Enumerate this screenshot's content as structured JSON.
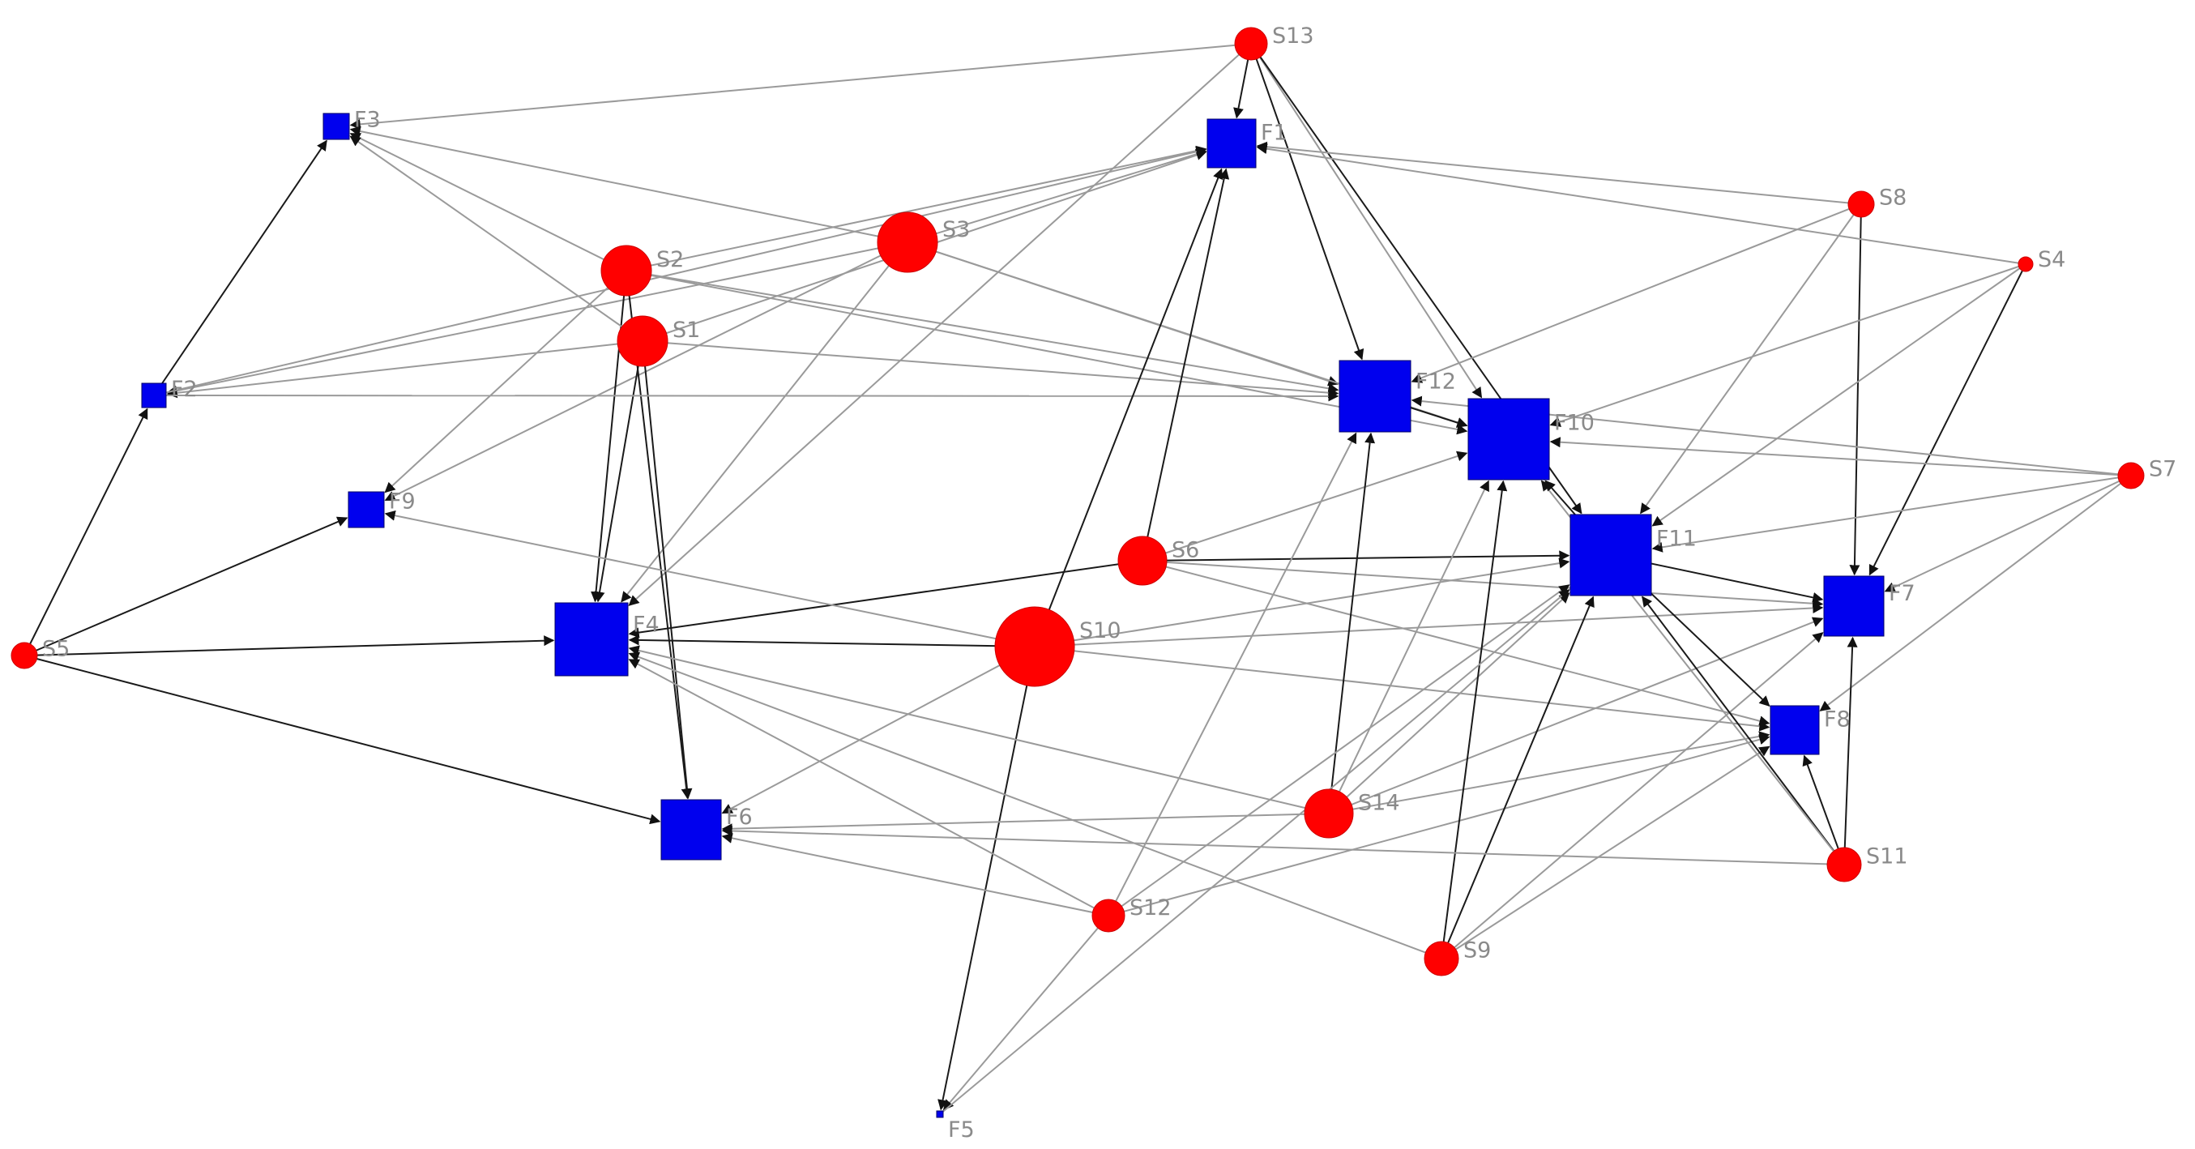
{
  "diagram": {
    "type": "directed-network",
    "colors": {
      "source_node": "#ff0000",
      "target_node": "#0000ee",
      "edge_gray": "#9a9a9a",
      "edge_dark": "#1a1a1a",
      "label": "#8a8a8a"
    },
    "nodes": [
      {
        "id": "S1",
        "label": "S1",
        "kind": "source"
      },
      {
        "id": "S2",
        "label": "S2",
        "kind": "source"
      },
      {
        "id": "S3",
        "label": "S3",
        "kind": "source"
      },
      {
        "id": "S4",
        "label": "S4",
        "kind": "source"
      },
      {
        "id": "S5",
        "label": "S5",
        "kind": "source"
      },
      {
        "id": "S6",
        "label": "S6",
        "kind": "source"
      },
      {
        "id": "S7",
        "label": "S7",
        "kind": "source"
      },
      {
        "id": "S8",
        "label": "S8",
        "kind": "source"
      },
      {
        "id": "S9",
        "label": "S9",
        "kind": "source"
      },
      {
        "id": "S10",
        "label": "S10",
        "kind": "source"
      },
      {
        "id": "S11",
        "label": "S11",
        "kind": "source"
      },
      {
        "id": "S12",
        "label": "S12",
        "kind": "source"
      },
      {
        "id": "S13",
        "label": "S13",
        "kind": "source"
      },
      {
        "id": "S14",
        "label": "S14",
        "kind": "source"
      },
      {
        "id": "F1",
        "label": "F1",
        "kind": "target"
      },
      {
        "id": "F2",
        "label": "F2",
        "kind": "target"
      },
      {
        "id": "F3",
        "label": "F3",
        "kind": "target"
      },
      {
        "id": "F4",
        "label": "F4",
        "kind": "target"
      },
      {
        "id": "F5",
        "label": "F5",
        "kind": "target"
      },
      {
        "id": "F6",
        "label": "F6",
        "kind": "target"
      },
      {
        "id": "F7",
        "label": "F7",
        "kind": "target"
      },
      {
        "id": "F8",
        "label": "F8",
        "kind": "target"
      },
      {
        "id": "F9",
        "label": "F9",
        "kind": "target"
      },
      {
        "id": "F10",
        "label": "F10",
        "kind": "target"
      },
      {
        "id": "F11",
        "label": "F11",
        "kind": "target"
      },
      {
        "id": "F12",
        "label": "F12",
        "kind": "target"
      }
    ],
    "edges": [
      {
        "from": "S13",
        "to": "F1"
      },
      {
        "from": "S13",
        "to": "F3"
      },
      {
        "from": "S13",
        "to": "F12"
      },
      {
        "from": "S13",
        "to": "F10"
      },
      {
        "from": "S13",
        "to": "F11"
      },
      {
        "from": "S13",
        "to": "F4"
      },
      {
        "from": "S3",
        "to": "F1"
      },
      {
        "from": "S3",
        "to": "F3"
      },
      {
        "from": "S3",
        "to": "F12"
      },
      {
        "from": "S3",
        "to": "F10"
      },
      {
        "from": "S3",
        "to": "F4"
      },
      {
        "from": "S3",
        "to": "F9"
      },
      {
        "from": "S3",
        "to": "F2"
      },
      {
        "from": "S2",
        "to": "F1"
      },
      {
        "from": "S2",
        "to": "F3"
      },
      {
        "from": "S2",
        "to": "F12"
      },
      {
        "from": "S2",
        "to": "F10"
      },
      {
        "from": "S2",
        "to": "F4"
      },
      {
        "from": "S2",
        "to": "F6"
      },
      {
        "from": "S2",
        "to": "F9"
      },
      {
        "from": "S1",
        "to": "F3"
      },
      {
        "from": "S1",
        "to": "F12"
      },
      {
        "from": "S1",
        "to": "F4"
      },
      {
        "from": "S1",
        "to": "F6"
      },
      {
        "from": "S1",
        "to": "F2"
      },
      {
        "from": "S1",
        "to": "F1"
      },
      {
        "from": "S8",
        "to": "F1"
      },
      {
        "from": "S8",
        "to": "F7"
      },
      {
        "from": "S8",
        "to": "F11"
      },
      {
        "from": "S8",
        "to": "F12"
      },
      {
        "from": "S4",
        "to": "F1"
      },
      {
        "from": "S4",
        "to": "F7"
      },
      {
        "from": "S4",
        "to": "F11"
      },
      {
        "from": "S4",
        "to": "F10"
      },
      {
        "from": "S7",
        "to": "F12"
      },
      {
        "from": "S7",
        "to": "F10"
      },
      {
        "from": "S7",
        "to": "F11"
      },
      {
        "from": "S7",
        "to": "F7"
      },
      {
        "from": "S7",
        "to": "F8"
      },
      {
        "from": "S5",
        "to": "F2"
      },
      {
        "from": "S5",
        "to": "F9"
      },
      {
        "from": "S5",
        "to": "F4"
      },
      {
        "from": "S5",
        "to": "F6"
      },
      {
        "from": "F2",
        "to": "F3"
      },
      {
        "from": "F2",
        "to": "F1"
      },
      {
        "from": "F2",
        "to": "F12"
      },
      {
        "from": "S6",
        "to": "F1"
      },
      {
        "from": "S6",
        "to": "F4"
      },
      {
        "from": "S6",
        "to": "F11"
      },
      {
        "from": "S6",
        "to": "F10"
      },
      {
        "from": "S6",
        "to": "F7"
      },
      {
        "from": "S6",
        "to": "F8"
      },
      {
        "from": "S10",
        "to": "F1"
      },
      {
        "from": "S10",
        "to": "F4"
      },
      {
        "from": "S10",
        "to": "F9"
      },
      {
        "from": "S10",
        "to": "F6"
      },
      {
        "from": "S10",
        "to": "F5"
      },
      {
        "from": "S10",
        "to": "F11"
      },
      {
        "from": "S10",
        "to": "F7"
      },
      {
        "from": "S10",
        "to": "F8"
      },
      {
        "from": "S14",
        "to": "F4"
      },
      {
        "from": "S14",
        "to": "F6"
      },
      {
        "from": "S14",
        "to": "F12"
      },
      {
        "from": "S14",
        "to": "F10"
      },
      {
        "from": "S14",
        "to": "F11"
      },
      {
        "from": "S14",
        "to": "F8"
      },
      {
        "from": "S14",
        "to": "F7"
      },
      {
        "from": "S12",
        "to": "F6"
      },
      {
        "from": "S12",
        "to": "F4"
      },
      {
        "from": "S12",
        "to": "F12"
      },
      {
        "from": "S12",
        "to": "F5"
      },
      {
        "from": "S12",
        "to": "F8"
      },
      {
        "from": "S12",
        "to": "F11"
      },
      {
        "from": "S9",
        "to": "F4"
      },
      {
        "from": "S9",
        "to": "F10"
      },
      {
        "from": "S9",
        "to": "F11"
      },
      {
        "from": "S9",
        "to": "F7"
      },
      {
        "from": "S9",
        "to": "F8"
      },
      {
        "from": "S11",
        "to": "F6"
      },
      {
        "from": "S11",
        "to": "F7"
      },
      {
        "from": "S11",
        "to": "F8"
      },
      {
        "from": "S11",
        "to": "F11"
      },
      {
        "from": "S11",
        "to": "F10"
      },
      {
        "from": "F5",
        "to": "F11"
      },
      {
        "from": "F11",
        "to": "F7"
      },
      {
        "from": "F11",
        "to": "F10"
      },
      {
        "from": "F11",
        "to": "F8"
      },
      {
        "from": "F12",
        "to": "F10"
      }
    ]
  }
}
